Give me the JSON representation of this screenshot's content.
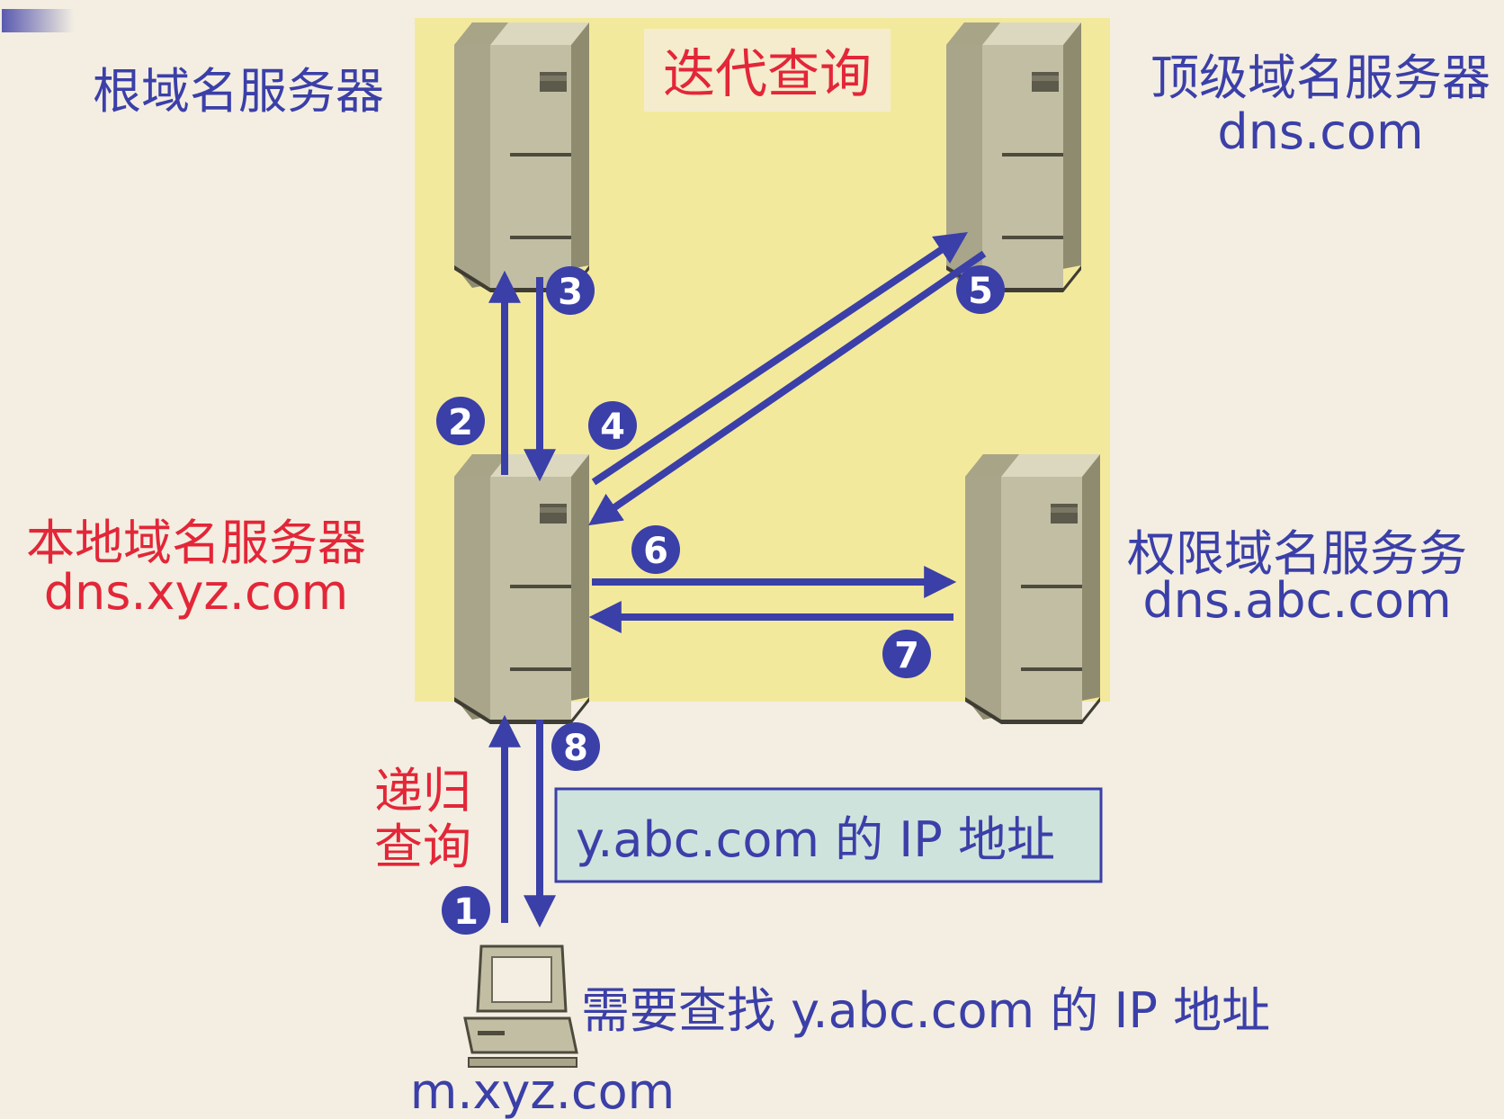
{
  "iterative_label": "迭代查询",
  "recursive_label": [
    "递归",
    "查询"
  ],
  "root_server": {
    "name": "根域名服务器"
  },
  "tld_server": {
    "name": "顶级域名服务器",
    "host": "dns.com"
  },
  "local_server": {
    "name": "本地域名服务器",
    "host": "dns.xyz.com"
  },
  "auth_server": {
    "name": "权限域名服务务",
    "host": "dns.abc.com"
  },
  "client": {
    "host": "m.xyz.com",
    "need": "需要查找 y.abc.com 的 IP 地址"
  },
  "answer_box": "y.abc.com 的 IP 地址",
  "steps": [
    "1",
    "2",
    "3",
    "4",
    "5",
    "6",
    "7",
    "8"
  ],
  "colors": {
    "background": "#f3eee1",
    "iterative_panel": "#f3e99c",
    "arrow": "#3b3fa8",
    "server_text": "#3b3fa8",
    "local_text": "#e32638",
    "answer_box_fill": "#cfe3dd",
    "server_body": "#c2bea3"
  },
  "icons": [
    "server-icon",
    "computer-icon"
  ]
}
